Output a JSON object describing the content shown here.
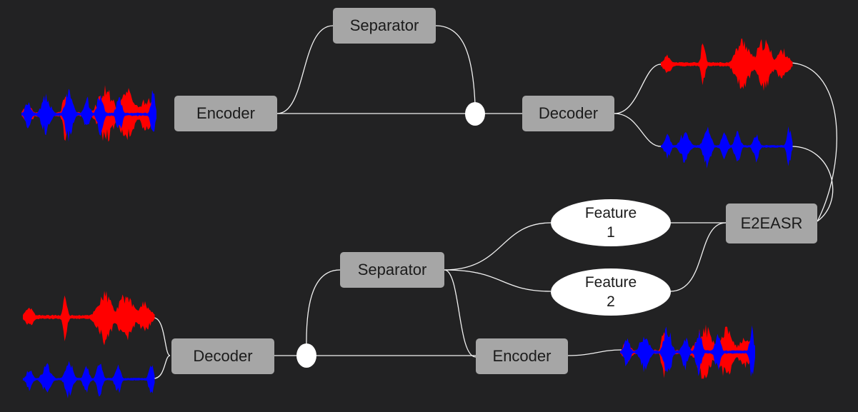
{
  "colors": {
    "background": "#222223",
    "box": "#a6a6a6",
    "speaker_a": "#ff0000",
    "speaker_b": "#0000ff",
    "connector": "#f2f2f2"
  },
  "top_pipeline": {
    "encoder_label": "Encoder",
    "separator_label": "Separator",
    "decoder_label": "Decoder"
  },
  "bottom_pipeline": {
    "decoder_label": "Decoder",
    "separator_label": "Separator",
    "encoder_label": "Encoder"
  },
  "feature_1": {
    "line1": "Feature",
    "line2": "1"
  },
  "feature_2": {
    "line1": "Feature",
    "line2": "2"
  },
  "asr_label": "E2EASR"
}
